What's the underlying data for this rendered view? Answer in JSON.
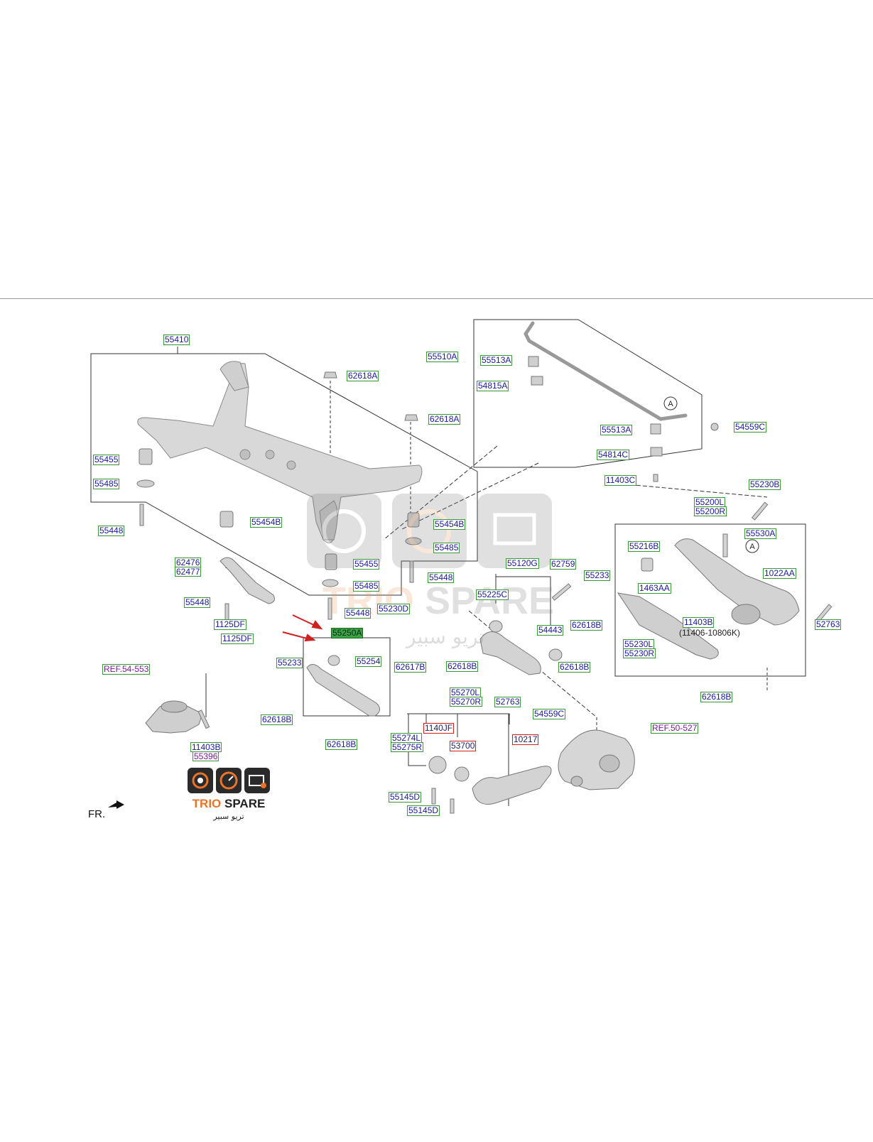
{
  "labels": {
    "l55410": "55410",
    "l62618A_1": "62618A",
    "l62618A_2": "62618A",
    "l55455_1": "55455",
    "l55485_1": "55485",
    "l55448_1": "55448",
    "l55454B_1": "55454B",
    "l55454B_2": "55454B",
    "l55485_2": "55485",
    "l55455_2": "55455",
    "l55485_3": "55485",
    "l55448_2": "55448",
    "l55448_3": "55448",
    "l62476": "62476",
    "l62477": "62477",
    "l55448_4": "55448",
    "l1125DF_1": "1125DF",
    "l1125DF_2": "1125DF",
    "l55230D": "55230D",
    "l55250A": "55250A",
    "l55233_1": "55233",
    "l55254": "55254",
    "l62617B": "62617B",
    "l62618B_1": "62618B",
    "l62618B_2": "62618B",
    "lREF54553": "REF.54-553",
    "l11403B_1": "11403B",
    "l55396": "55396",
    "l55510A": "55510A",
    "l55513A_1": "55513A",
    "l54815A": "54815A",
    "l55513A_2": "55513A",
    "l54814C": "54814C",
    "l11403C": "11403C",
    "l54559C_1": "54559C",
    "l55120G": "55120G",
    "l62759": "62759",
    "l55225C": "55225C",
    "l54443": "54443",
    "l62618B_3": "62618B",
    "l62618B_4": "62618B",
    "l52763_1": "52763",
    "l55233_2": "55233",
    "l62618B_5": "62618B",
    "l55230B": "55230B",
    "l55200L": "55200L",
    "l55200R": "55200R",
    "l55216B": "55216B",
    "l55530A": "55530A",
    "l1463AA": "1463AA",
    "l1022AA": "1022AA",
    "l11403B_2": "11403B",
    "t11406": "(11406-10806K)",
    "l55230L": "55230L",
    "l55230R": "55230R",
    "l52763_2": "52763",
    "l62618B_6": "62618B",
    "l55270L": "55270L",
    "l55270R": "55270R",
    "l54559C_2": "54559C",
    "l1140JF": "1140JF",
    "l53700": "53700",
    "l10217": "10217",
    "l55274L": "55274L",
    "l55275R": "55275R",
    "lREF50527": "REF.50-527",
    "l55145D_1": "55145D",
    "l55145D_2": "55145D",
    "circleA_1": "A",
    "circleA_2": "A"
  },
  "fr_label": "FR.",
  "logo": {
    "brand_1": "TRIO",
    "brand_2": "SPARE",
    "arabic": "تريو سبير"
  },
  "watermark": {
    "text_1": "TRIO",
    "text_2": "SPARE",
    "arabic": "تريو سبير"
  },
  "colors": {
    "label_text": "#1a1a9a",
    "label_border": "#3a9a3a",
    "ref_text": "#7a1a9a",
    "highlight": "#3aa34a",
    "red_border": "#d02020",
    "arrow": "#d02020",
    "logo_orange": "#e8742a"
  }
}
